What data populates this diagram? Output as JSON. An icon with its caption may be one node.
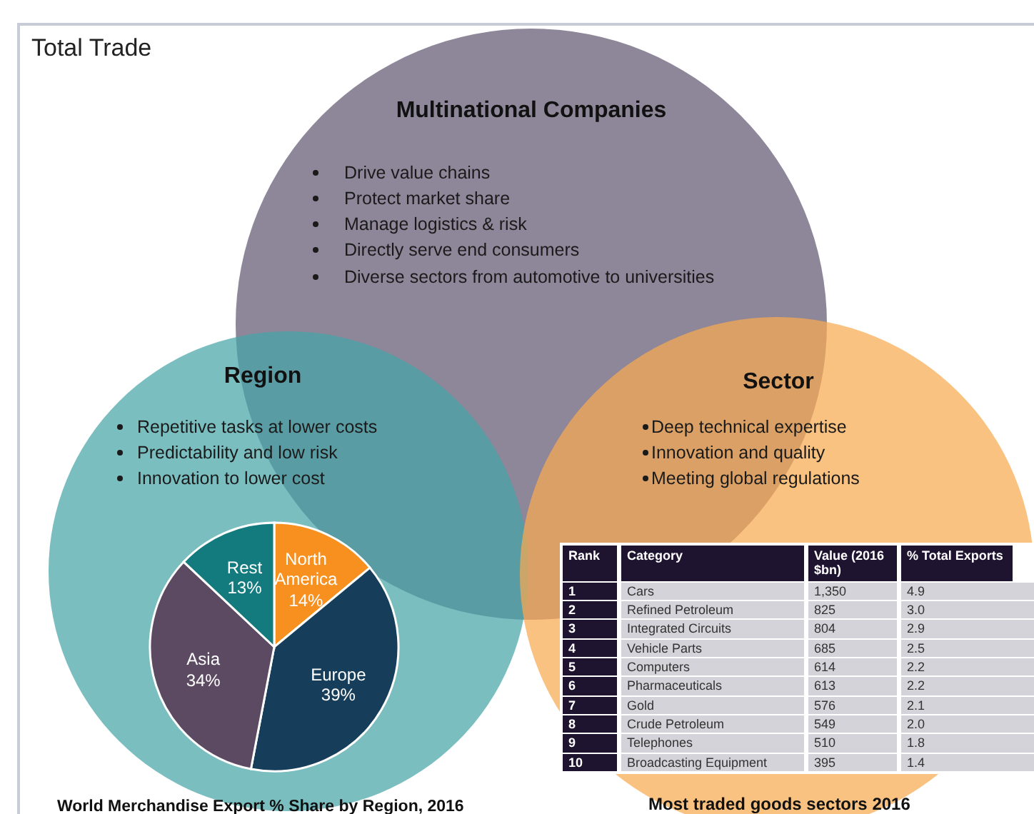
{
  "diagram": {
    "nodes": [
      {
        "text": [
          "Total Trade"
        ]
      },
      {
        "text": [
          "Multinational Companies",
          "Drive value chains",
          "Protect market share",
          "Manage logistics & risk",
          "Directly serve end consumers",
          "Diverse sectors from automotive to universities"
        ],
        "in": 0
      },
      {
        "text": [
          "Region",
          "Repetitive tasks at lower costs",
          "Predictability and low risk",
          "Innovation to lower cost"
        ],
        "in": 0
      },
      {
        "text": [
          "Sector",
          "Deep technical expertise",
          "Innovation and quality",
          "Meeting global regulations"
        ],
        "in": 0
      }
    ],
    "labels": [
      "Rank",
      "Category",
      "Value (2016 $bn)",
      "% Total Exports",
      "1",
      "Cars",
      "1,350",
      "4.9",
      "2",
      "Refined Petroleum",
      "825",
      "3.0",
      "3",
      "Integrated Circuits",
      "804",
      "2.9",
      "4",
      "Vehicle Parts",
      "685",
      "2.5",
      "5",
      "Computers",
      "614",
      "2.2",
      "6",
      "Pharmaceuticals",
      "613",
      "2.2",
      "7",
      "Gold",
      "576",
      "2.1",
      "8",
      "Crude Petroleum",
      "549",
      "2.0",
      "9",
      "Telephones",
      "510",
      "1.8",
      "10",
      "Broadcasting Equipment",
      "395",
      "1.4",
      "Most traded goods sectors 2016"
    ],
    "chart_data": {
      "type": "pie",
      "title": "World Merchandise Export % Share by Region, 2016",
      "categories": [
        "North America",
        "Europe",
        "Asia",
        "Rest"
      ],
      "values": [
        14,
        39,
        34,
        13
      ],
      "value_labels": [
        "14%",
        "39%",
        "34%",
        "13%"
      ]
    }
  }
}
